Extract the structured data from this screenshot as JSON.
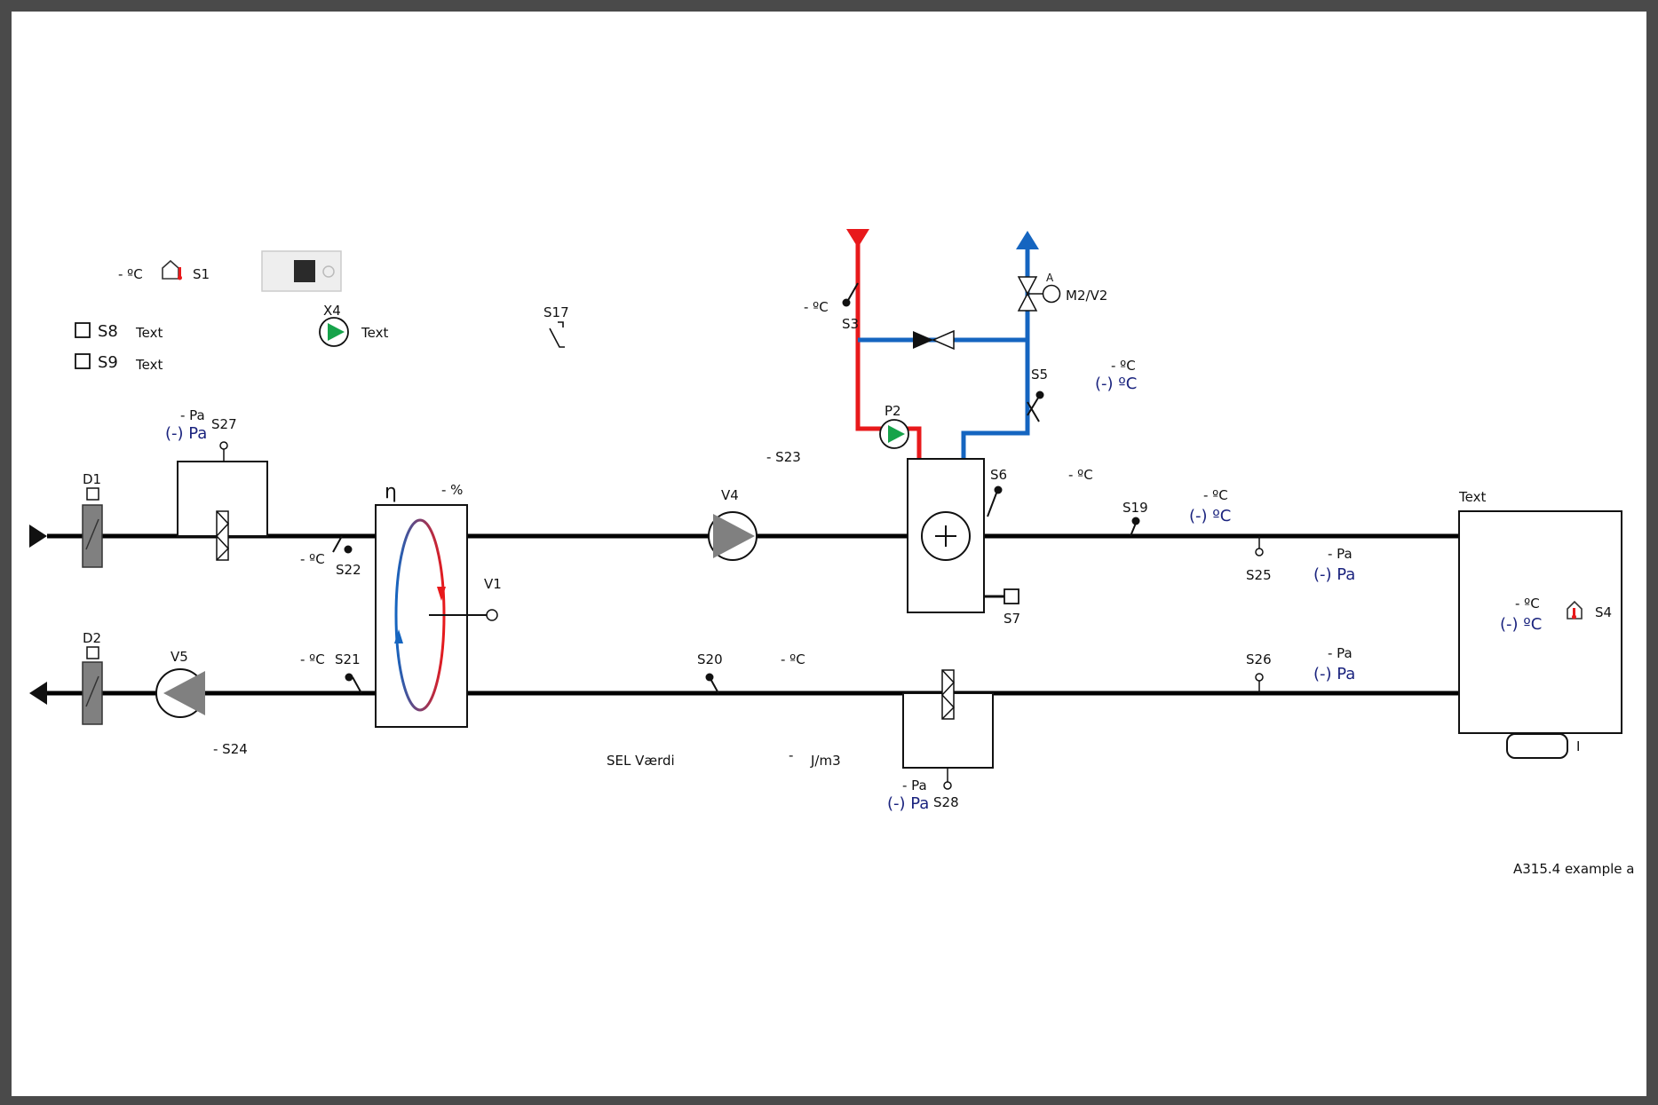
{
  "labels": {
    "s1": "S1",
    "s3": "S3",
    "s4": "S4",
    "s5": "S5",
    "s6": "S6",
    "s7": "S7",
    "s8": "S8",
    "s9": "S9",
    "s17": "S17",
    "s19": "S19",
    "s20": "S20",
    "s21": "S21",
    "s22": "S22",
    "s23": "- S23",
    "s24": "- S24",
    "s25": "S25",
    "s26": "S26",
    "s27": "S27",
    "s28": "S28",
    "d1": "D1",
    "d2": "D2",
    "v1": "V1",
    "v4": "V4",
    "v5": "V5",
    "x4": "X4",
    "p2": "P2",
    "m2v2": "M2/V2",
    "valve_a": "A",
    "eta": "η",
    "pct": "- %",
    "text_s8": "Text",
    "text_s9": "Text",
    "text_x4": "Text",
    "text_room": "Text",
    "sel_label": "SEL Værdi",
    "sel_dash": "-",
    "sel_unit": "J/m3",
    "example": "A315.4 example a",
    "room_bar_label": "I"
  },
  "readouts": {
    "outdoor_temp": "- ºC",
    "s3_temp": "- ºC",
    "s5_temp": "- ºC",
    "s5_temp_set": "(-) ºC",
    "s6_temp": "- ºC",
    "s19_temp": "- ºC",
    "s19_temp_set": "(-) ºC",
    "s20_temp": "- ºC",
    "s21_temp": "- ºC",
    "s22_temp": "- ºC",
    "s4_temp": "- ºC",
    "s4_temp_set": "(-) ºC",
    "s25_pa": "- Pa",
    "s25_pa_set": "(-) Pa",
    "s26_pa": "- Pa",
    "s26_pa_set": "(-) Pa",
    "s27_pa": "- Pa",
    "s27_pa_set": "(-) Pa",
    "s28_pa": "- Pa",
    "s28_pa_set": "(-) Pa"
  },
  "colors": {
    "duct": "#000000",
    "hot_pipe": "#e8191b",
    "cold_pipe": "#1565c0",
    "pump_green": "#16a34a",
    "fan_gray": "#808080",
    "damper_gray": "#808080",
    "setpoint_blue": "#1a237e"
  }
}
